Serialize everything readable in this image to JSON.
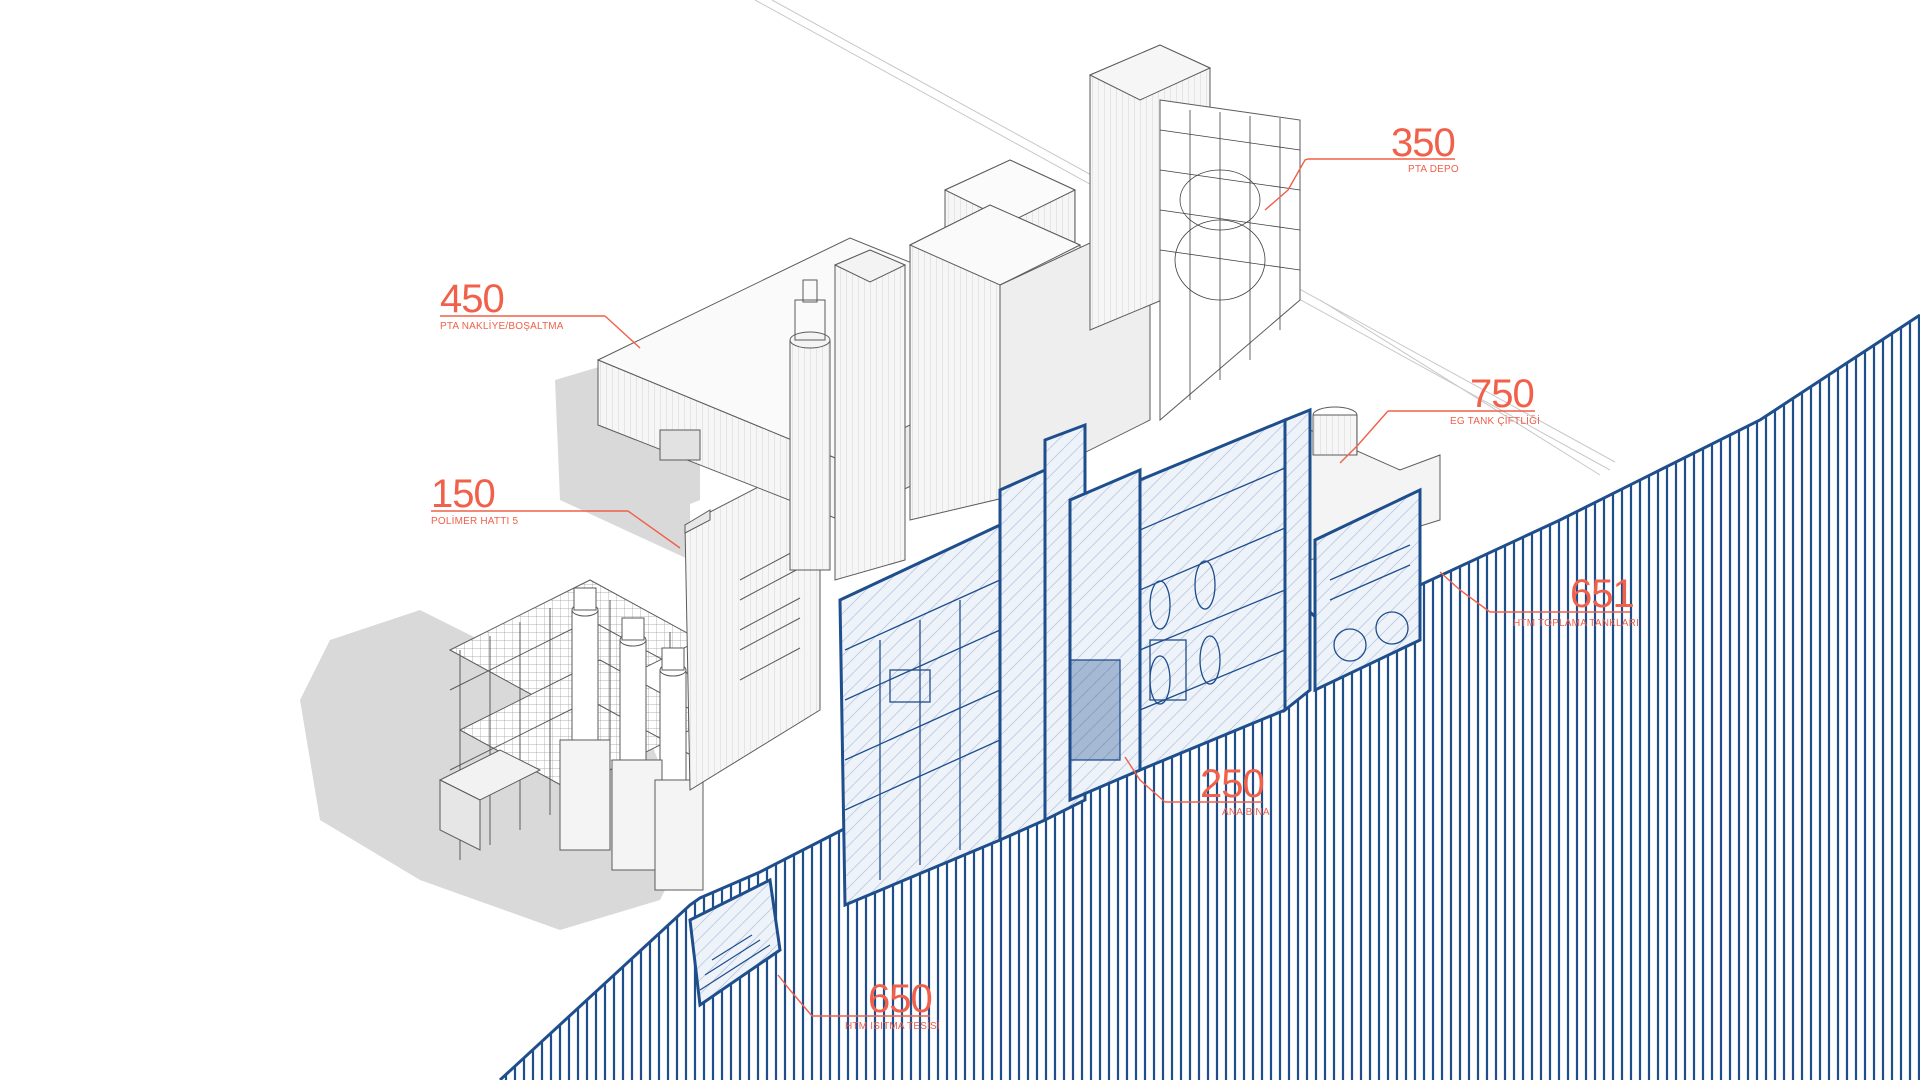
{
  "callouts": [
    {
      "id": "c350",
      "number": "350",
      "label": "PTA DEPO"
    },
    {
      "id": "c450",
      "number": "450",
      "label": "PTA NAKLİYE/BOŞALTMA"
    },
    {
      "id": "c750",
      "number": "750",
      "label": "EG TANK ÇİFTLİĞİ"
    },
    {
      "id": "c150",
      "number": "150",
      "label": "POLİMER HATTI 5"
    },
    {
      "id": "c651",
      "number": "651",
      "label": "HTM TOPLAMA TANKLARI"
    },
    {
      "id": "c250",
      "number": "250",
      "label": "ANA BİNA"
    },
    {
      "id": "c650",
      "number": "650",
      "label": "HTM ISITMA TESİSİ"
    }
  ],
  "colors": {
    "accent": "#f0604a",
    "section_blue": "#1f4e8c",
    "line_grey": "#6b6b6b",
    "shadow_grey": "#cfcfcf"
  }
}
